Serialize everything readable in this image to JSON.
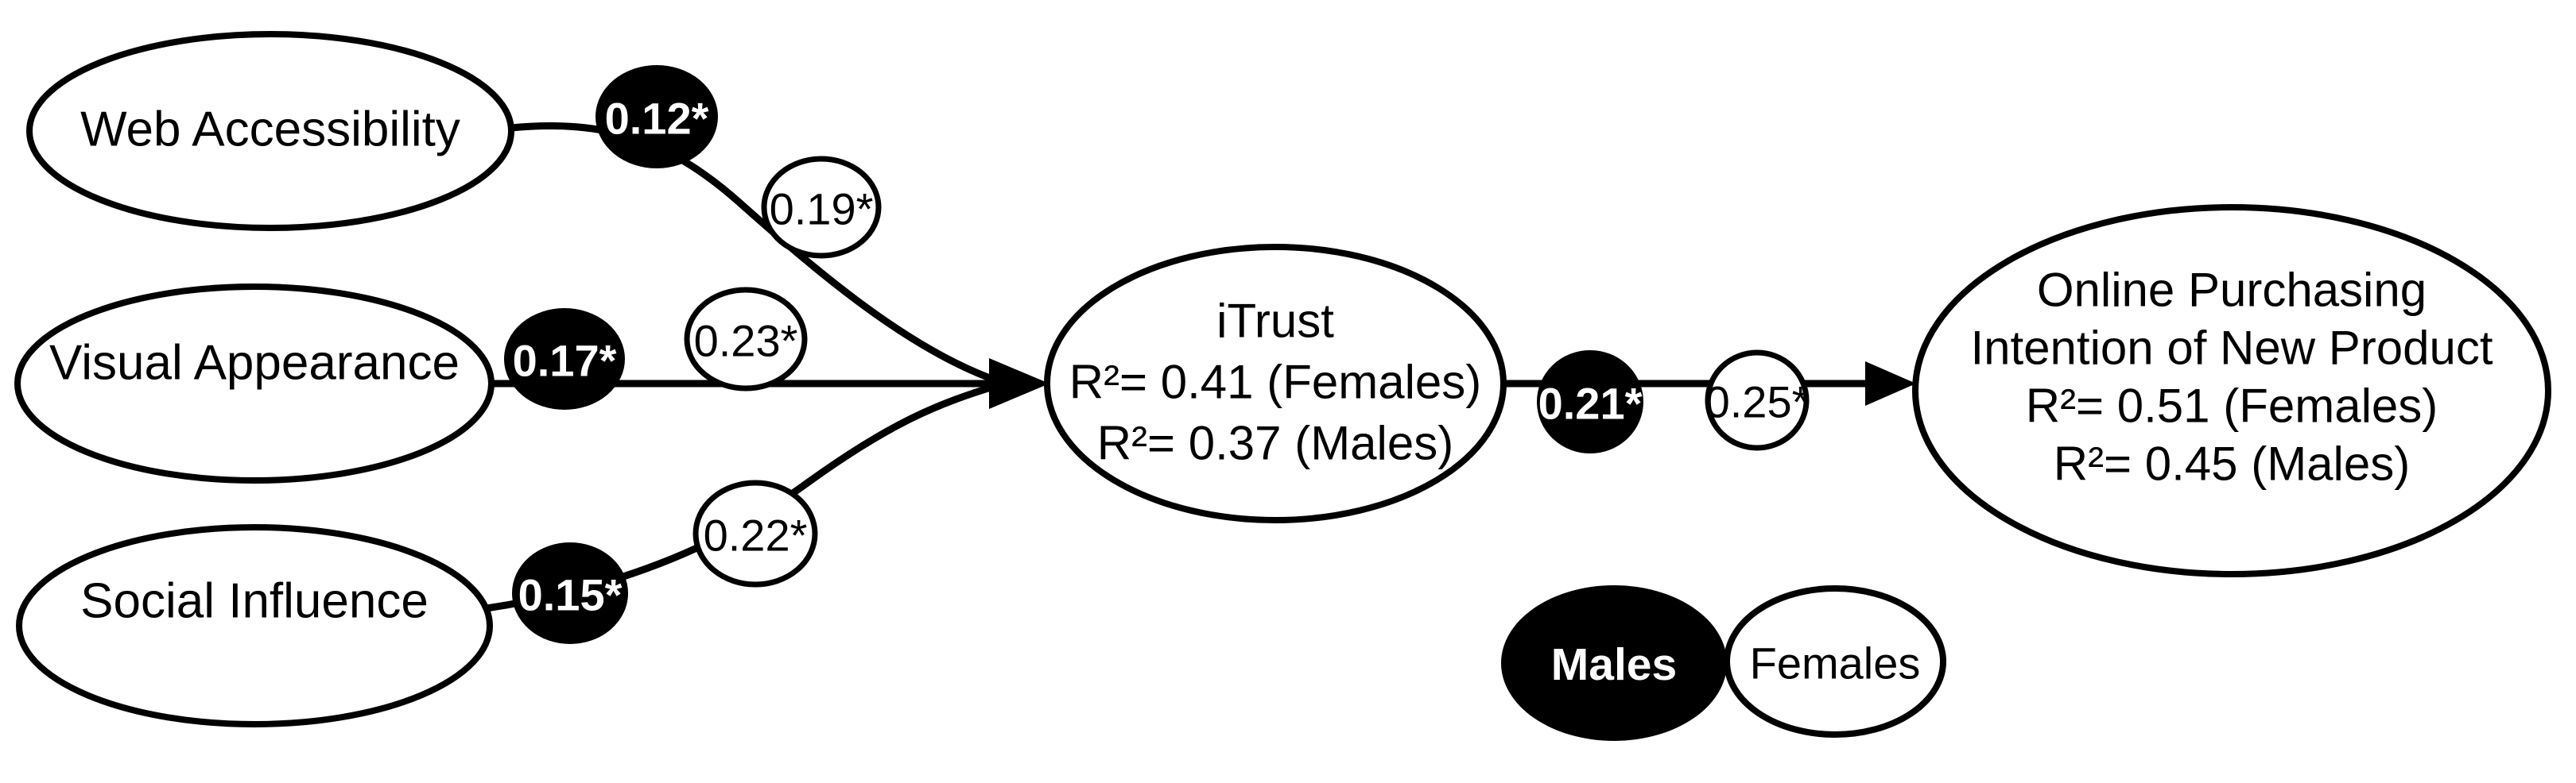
{
  "diagram": {
    "kind": "structural-path-model",
    "colors": {
      "background": "#ffffff",
      "stroke": "#000000",
      "males_fill": "#000000",
      "males_text": "#ffffff",
      "females_fill": "#ffffff",
      "females_text": "#000000"
    },
    "nodes": {
      "web_accessibility": {
        "label": "Web Accessibility"
      },
      "visual_appearance": {
        "label": "Visual Appearance"
      },
      "social_influence": {
        "label": "Social Influence"
      },
      "itrust": {
        "name": "iTrust",
        "r2_females": "R²= 0.41 (Females)",
        "r2_males": "R²= 0.37 (Males)"
      },
      "online_purchasing_intention": {
        "name_line1": "Online Purchasing",
        "name_line2": "Intention of New Product",
        "r2_females": "R²= 0.51 (Females)",
        "r2_males": "R²= 0.45 (Males)"
      }
    },
    "edges": [
      {
        "from": "Web Accessibility",
        "to": "iTrust",
        "coef_males": "0.12*",
        "coef_females": "0.19*"
      },
      {
        "from": "Visual Appearance",
        "to": "iTrust",
        "coef_males": "0.17*",
        "coef_females": "0.23*"
      },
      {
        "from": "Social Influence",
        "to": "iTrust",
        "coef_males": "0.15*",
        "coef_females": "0.22*"
      },
      {
        "from": "iTrust",
        "to": "Online Purchasing Intention of New Product",
        "coef_males": "0.21*",
        "coef_females": "0.25*"
      }
    ],
    "legend": {
      "males_label": "Males",
      "females_label": "Females"
    }
  }
}
